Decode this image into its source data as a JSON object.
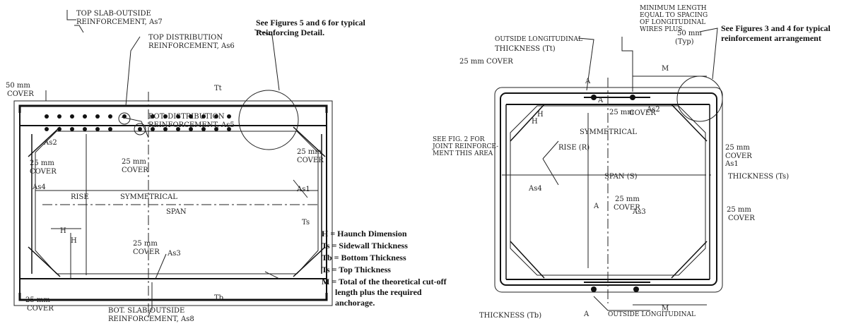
{
  "left": {
    "top_slab_outside": [
      "TOP SLAB-OUTSIDE",
      "REINFORCEMENT, As7"
    ],
    "top_distribution": [
      "TOP DISTRIBUTION",
      "REINFORCEMENT, As6"
    ],
    "see_figs": [
      "See Figures 5 and 6 for typical",
      "Reinforcing Detail."
    ],
    "cover_50": [
      "50 mm",
      "COVER"
    ],
    "tt": "Tt",
    "as2": "As2",
    "bot_distribution": [
      "BOT. DISTRIBUTION",
      "REINFORCEMENT, As5"
    ],
    "cover_25_right": [
      "25 mm",
      "COVER"
    ],
    "cover_25_left": [
      "25 mm",
      "COVER"
    ],
    "cover_25_center": [
      "25 mm",
      "COVER"
    ],
    "as4": "As4",
    "as1": "As1",
    "rise": "RISE",
    "symmetrical": "SYMMETRICAL",
    "span": "SPAN",
    "ts": "Ts",
    "h1": "H",
    "h2": "H",
    "cover_25_mid": [
      "25 mm",
      "COVER"
    ],
    "as3": "As3",
    "cover_25_bottom": [
      "25 mm",
      "COVER"
    ],
    "tb": "Tb",
    "bot_slab_outside": [
      "BOT. SLAB-OUTSIDE",
      "REINFORCEMENT, As8"
    ]
  },
  "legend": [
    "H = Haunch Dimension",
    "Ts = Sidewall Thickness",
    "Tb = Bottom Thickness",
    "Ts = Top Thickness",
    "M = Total of the theoretical cut-off",
    "length plus the required",
    "anchorage."
  ],
  "right": {
    "min_length": [
      "MINIMUM LENGTH",
      "EQUAL TO SPACING",
      "OF LONGITUDINAL",
      "WIRES PLUS"
    ],
    "typ_50": "50 mm",
    "typ": "(Typ)",
    "see_figs": [
      "See Figures 3 and 4 for typical",
      "reinforcement arrangement"
    ],
    "outside_long_top": "OUTSIDE LONGITUDINAL",
    "thickness_tt": "THICKNESS (Tt)",
    "cover_25_top": "25 mm COVER",
    "m_top": "M",
    "a_top_l": "A",
    "a_top_r": "A",
    "as2": "As2",
    "cover_25_inner": [
      "25 mm",
      "COVER"
    ],
    "h1": "H",
    "h2": "H",
    "symmetrical": "SYMMETRICAL",
    "see_fig2": [
      "SEE FIG. 2 FOR",
      "JOINT REINFORCE-",
      "MENT THIS AREA"
    ],
    "rise": "RISE (R)",
    "cover_25_right": [
      "25 mm",
      "COVER"
    ],
    "as1": "As1",
    "span": "SPAN (S)",
    "thickness_ts": "THICKNESS (Ts)",
    "as4": "As4",
    "a_bot_l": "A",
    "cover_25_bot_inner": [
      "25 mm",
      "COVER"
    ],
    "as3": "As3",
    "cover_25_bot_right": [
      "25 mm",
      "COVER"
    ],
    "m_bot": "M",
    "thickness_tb": "THICKNESS (Tb)",
    "a_bot": "A",
    "outside_long_bot": "OUTSIDE LONGITUDINAL"
  }
}
